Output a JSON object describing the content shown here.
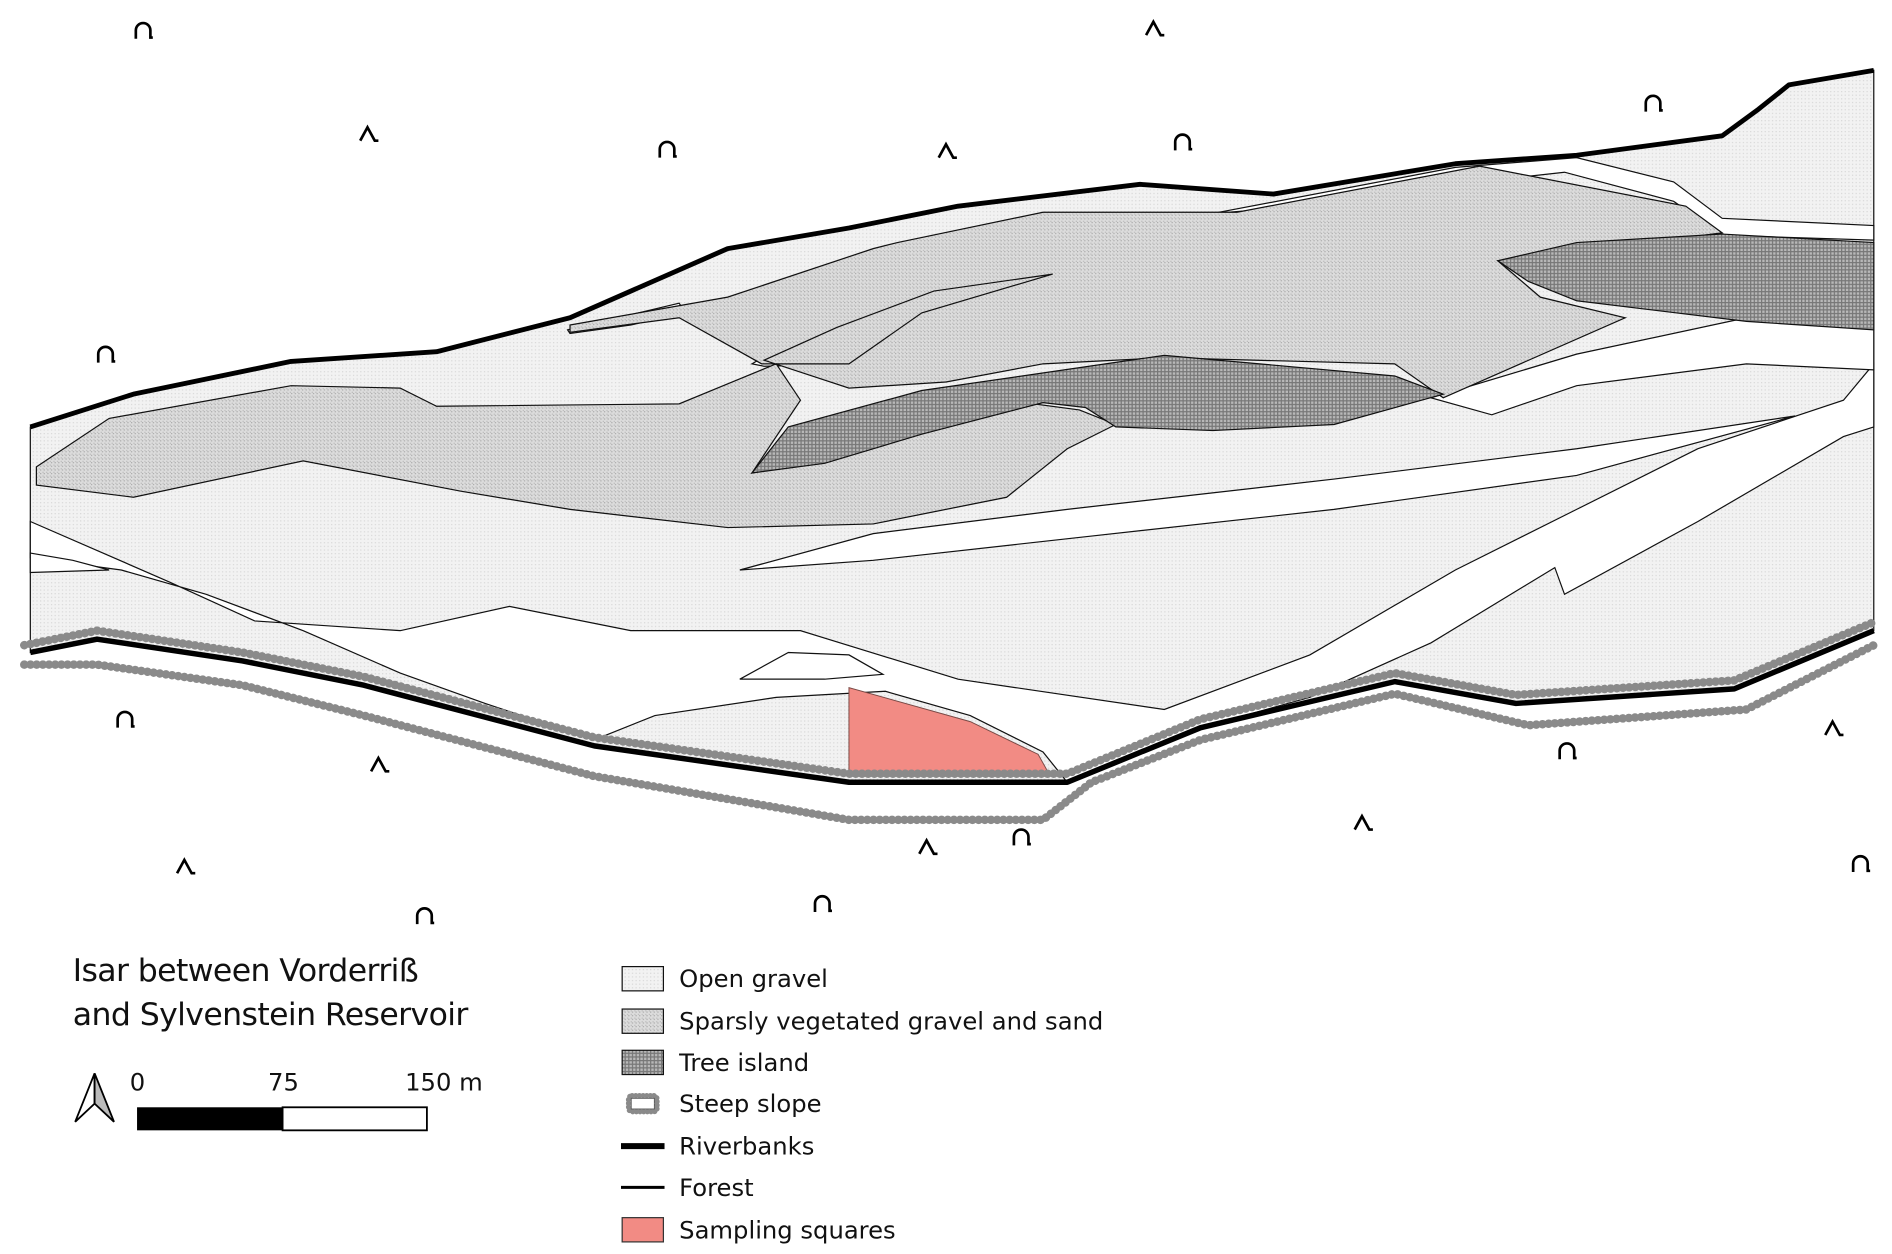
{
  "title": {
    "line1": "Isar between Vorderriß",
    "line2": "and Sylvenstein Reservoir"
  },
  "scale_bar": {
    "labels": [
      "0",
      "75",
      "150 m"
    ]
  },
  "legend": [
    {
      "label": "Open gravel",
      "symbol": "open-gravel"
    },
    {
      "label": "Sparsly vegetated gravel and sand",
      "symbol": "sparse-vegetation"
    },
    {
      "label": "Tree island",
      "symbol": "tree-island"
    },
    {
      "label": "Steep slope",
      "symbol": "steep-slope"
    },
    {
      "label": "Riverbanks",
      "symbol": "riverbank-line"
    },
    {
      "label": "Forest",
      "symbol": "forest-line"
    },
    {
      "label": "Sampling squares",
      "symbol": "sampling-square"
    }
  ],
  "colors": {
    "sampling": "#f28b84",
    "open_gravel": "#efefef",
    "sparse": "#d4d4d4",
    "tree_island": "#9a9a9a",
    "steep_slope": "#8a8a8a"
  }
}
